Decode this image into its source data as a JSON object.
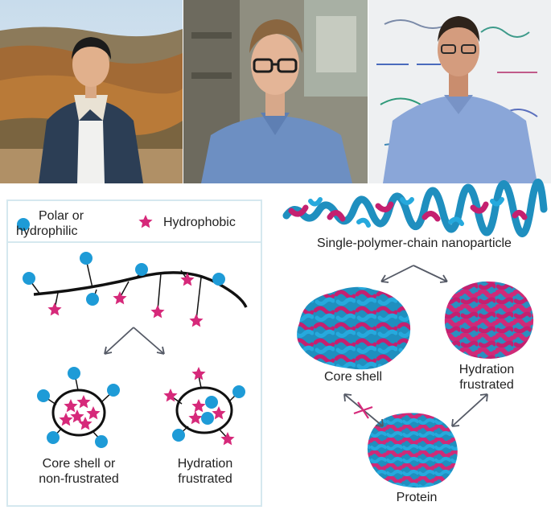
{
  "photos": [
    {
      "name": "person-left"
    },
    {
      "name": "person-middle"
    },
    {
      "name": "person-right"
    }
  ],
  "legend": {
    "polar_line1": "Polar or",
    "polar_line2": "hydrophilic",
    "hydrophobic": "Hydrophobic"
  },
  "left_diagram": {
    "core_shell_line1": "Core shell or",
    "core_shell_line2": "non-frustrated",
    "hydration_line1": "Hydration",
    "hydration_line2": "frustrated"
  },
  "right_diagram": {
    "top_label": "Single-polymer-chain nanoparticle",
    "core_shell": "Core shell",
    "hydration_line1": "Hydration",
    "hydration_line2": "frustrated",
    "protein": "Protein"
  },
  "colors": {
    "polar": "#1e9bd7",
    "hydrophobic": "#d6297a",
    "arrow": "#555a66",
    "box": "#d5e8ef"
  }
}
